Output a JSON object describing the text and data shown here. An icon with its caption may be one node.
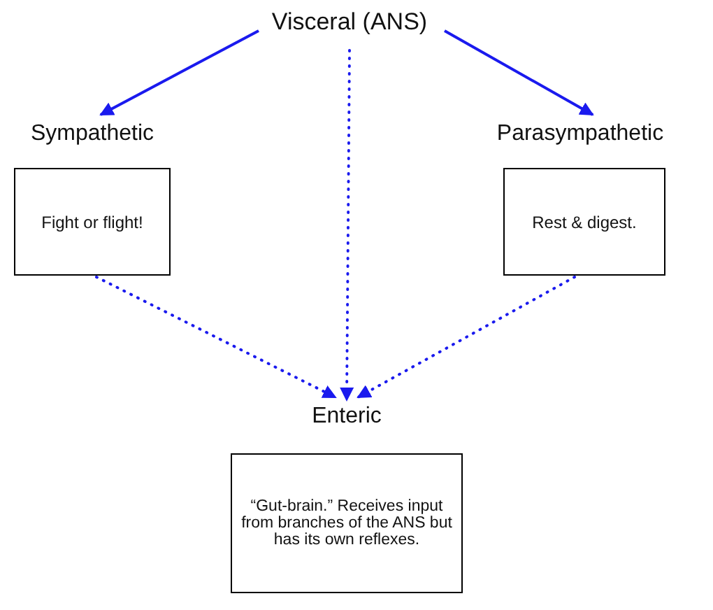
{
  "diagram": {
    "nodes": [
      {
        "text": [
          "Visceral (ANS)"
        ]
      },
      {
        "text": [
          "Sympathetic",
          "Fight or flight!"
        ]
      },
      {
        "text": [
          "Parasympathetic",
          "Rest & digest."
        ]
      },
      {
        "text": [
          "Enteric",
          "“Gut-brain.” Receives input from branches of the ANS but has its own reflexes."
        ]
      }
    ],
    "edges": [
      {
        "from": 0,
        "to": 1,
        "arrow": "to"
      },
      {
        "from": 0,
        "to": 2,
        "arrow": "to"
      },
      {
        "from": 0,
        "to": 3,
        "arrow": "to",
        "style": "dashed"
      },
      {
        "from": 1,
        "to": 3,
        "arrow": "to",
        "style": "dashed"
      },
      {
        "from": 2,
        "to": 3,
        "arrow": "to",
        "style": "dashed"
      }
    ]
  }
}
